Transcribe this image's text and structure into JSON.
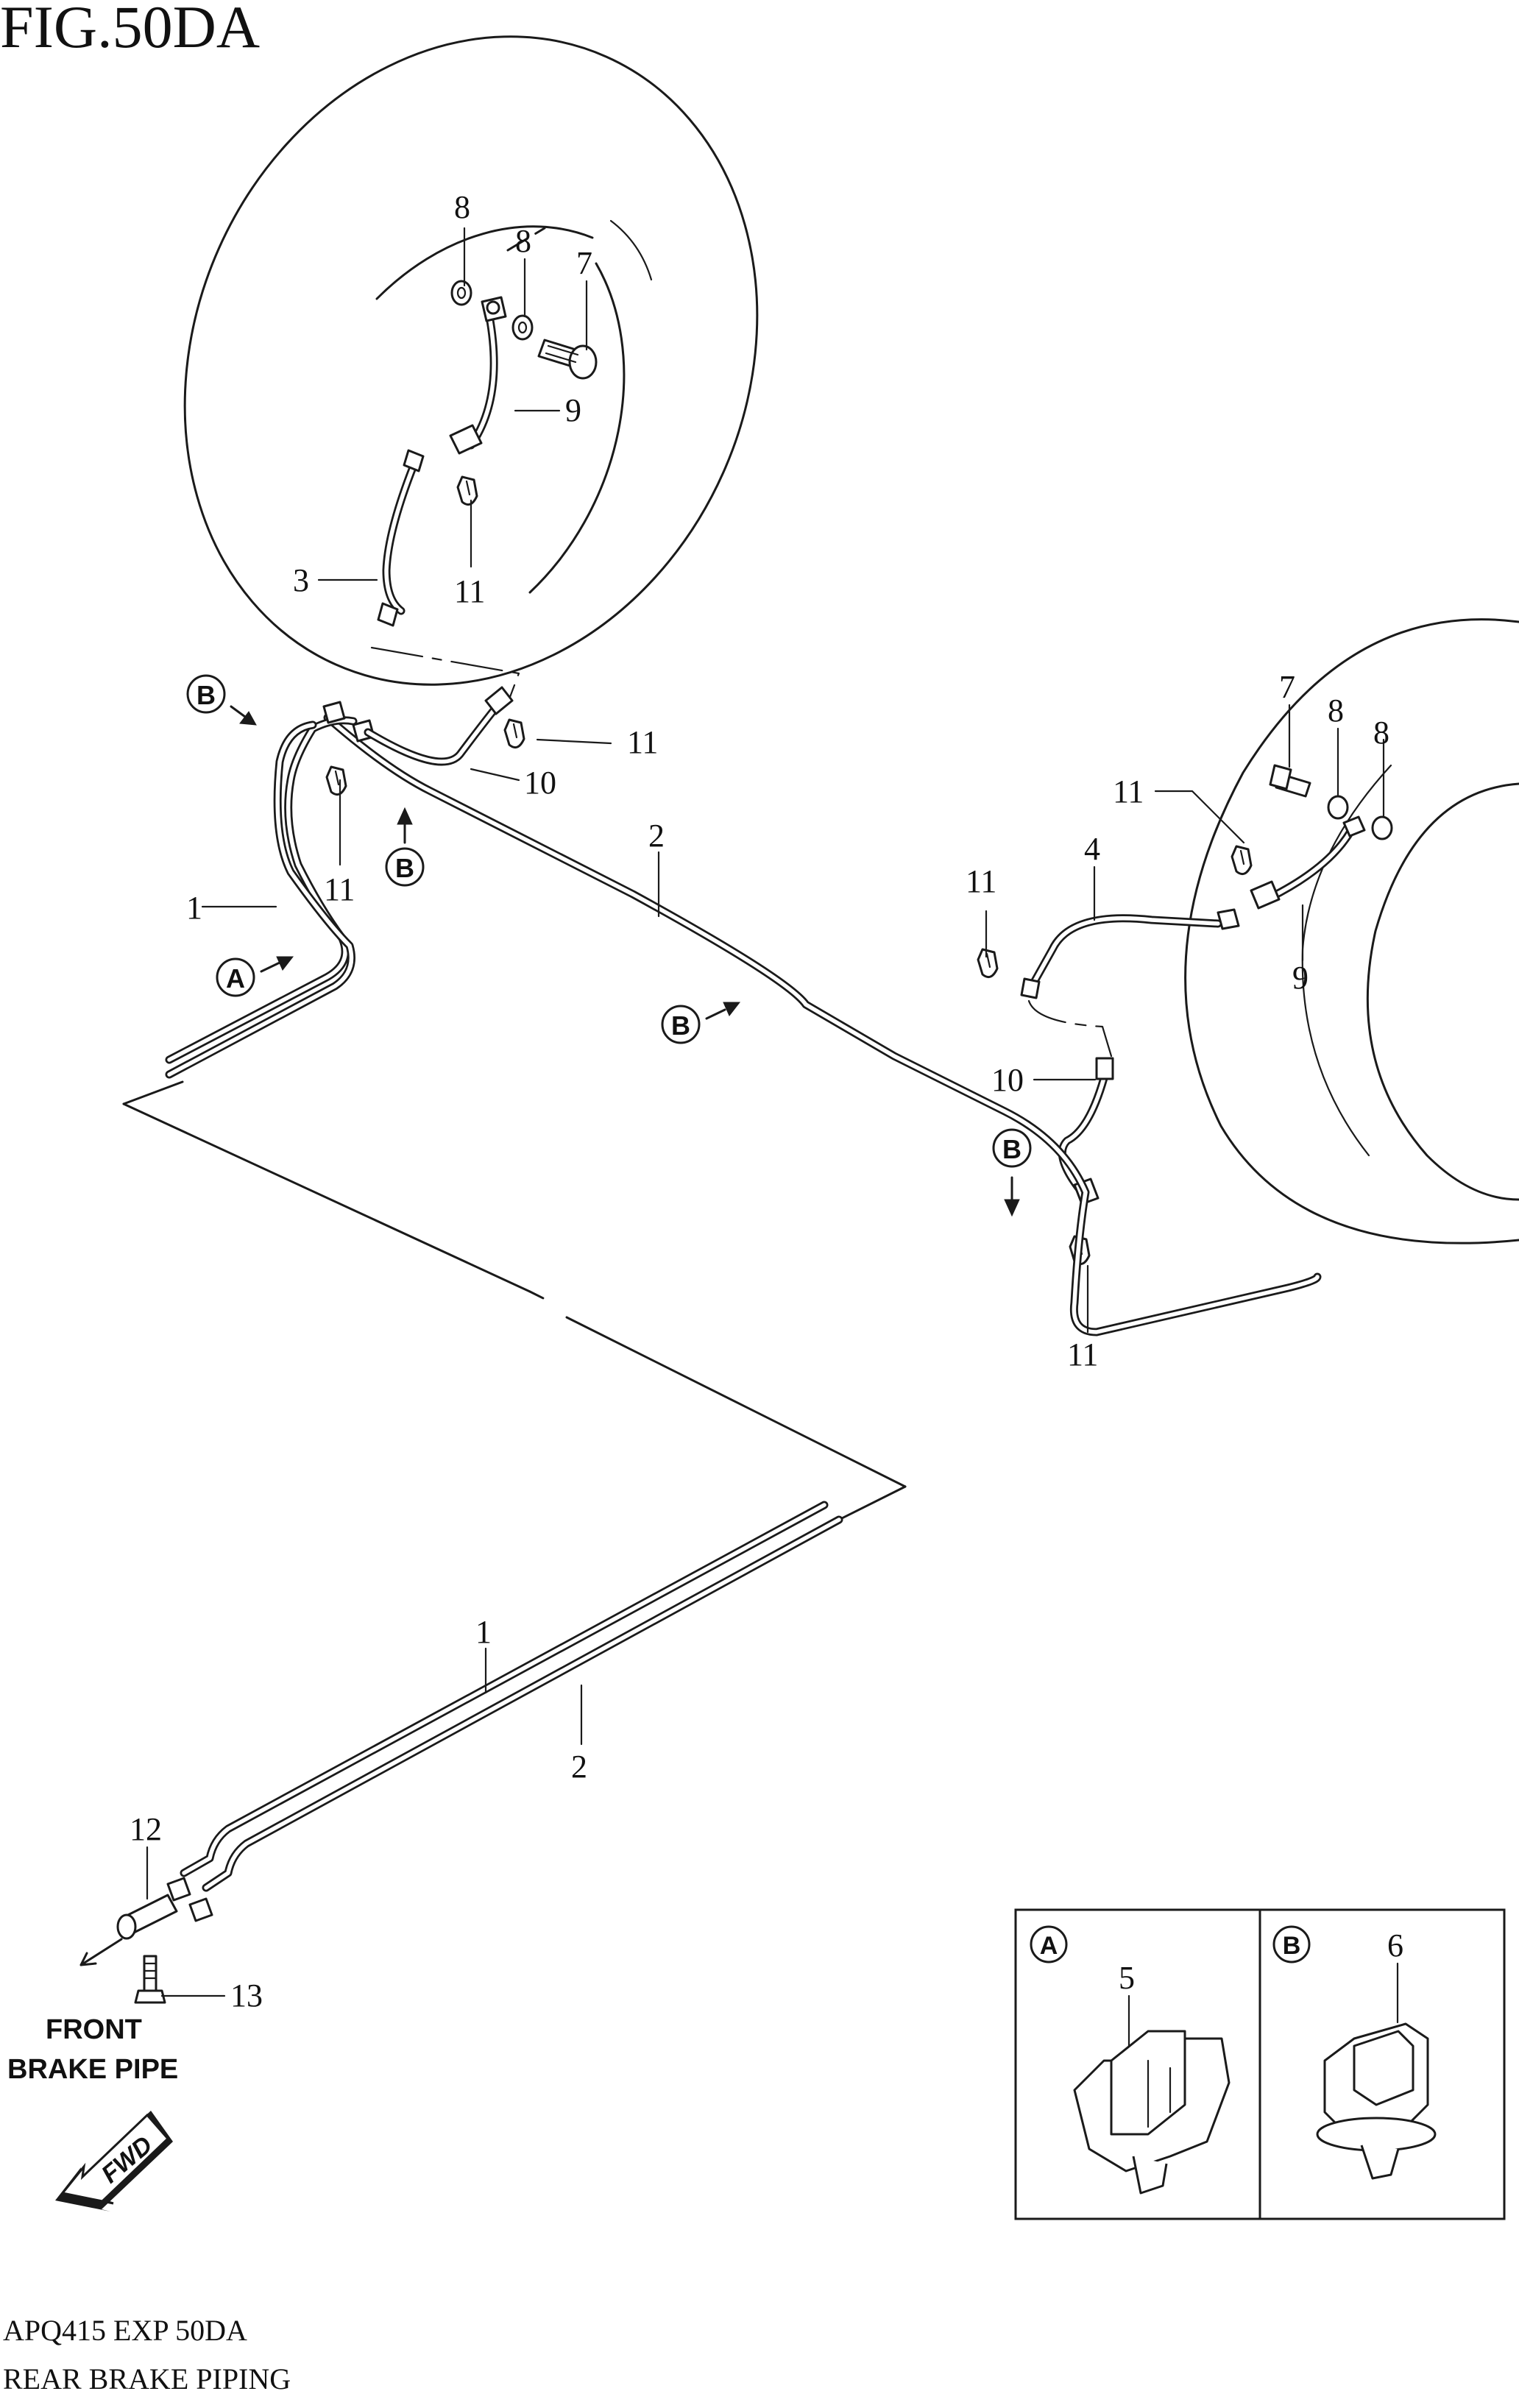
{
  "figure": {
    "title": "FIG.50DA"
  },
  "footer": {
    "code": "APQ415 EXP 50DA",
    "name": "REAR BRAKE PIPING"
  },
  "front_note": {
    "line1": "FRONT",
    "line2": "BRAKE PIPE",
    "arrow_text": "FWD"
  },
  "callouts": {
    "n1": "1",
    "n2": "2",
    "n3": "3",
    "n4": "4",
    "n5": "5",
    "n6": "6",
    "n7": "7",
    "n8": "8",
    "n9": "9",
    "n10": "10",
    "n11": "11",
    "n12": "12",
    "n13": "13"
  },
  "view_markers": {
    "a": "A",
    "b": "B"
  },
  "inset": {
    "left_marker": "A",
    "left_part": "5",
    "right_marker": "B",
    "right_part": "6"
  }
}
